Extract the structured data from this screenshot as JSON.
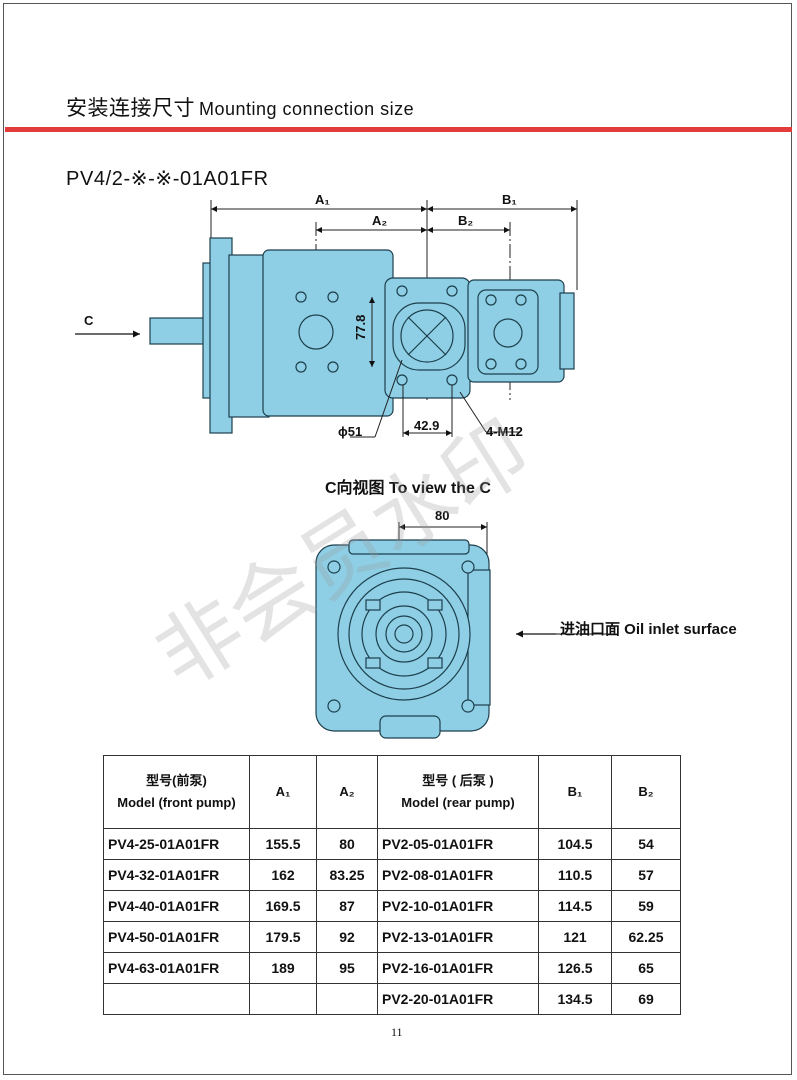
{
  "header": {
    "title_cn": "安装连接尺寸",
    "title_en": "Mounting connection size",
    "accent_color": "#e23b3b"
  },
  "model_code": "PV4/2-※-※-01A01FR",
  "drawing": {
    "dim_A1": "A₁",
    "dim_A2": "A₂",
    "dim_B1": "B₁",
    "dim_B2": "B₂",
    "dim_height": "77.8",
    "dim_phi": "ϕ51",
    "dim_spacing": "42.9",
    "dim_thread": "4-M12",
    "view_arrow": "C",
    "dim_width": "80",
    "pump_color": "#8ecfe6"
  },
  "view_caption": "C向视图 To view the C",
  "inlet_label": "进油口面 Oil inlet surface",
  "watermark": "非会员水印",
  "table": {
    "headers": {
      "front_cn": "型号(前泵)",
      "front_en": "Model (front pump)",
      "a1": "A₁",
      "a2": "A₂",
      "rear_cn": "型号 ( 后泵 )",
      "rear_en": "Model (rear pump)",
      "b1": "B₁",
      "b2": "B₂"
    },
    "rows": [
      {
        "front": "PV4-25-01A01FR",
        "a1": "155.5",
        "a2": "80",
        "rear": "PV2-05-01A01FR",
        "b1": "104.5",
        "b2": "54"
      },
      {
        "front": "PV4-32-01A01FR",
        "a1": "162",
        "a2": "83.25",
        "rear": "PV2-08-01A01FR",
        "b1": "110.5",
        "b2": "57"
      },
      {
        "front": "PV4-40-01A01FR",
        "a1": "169.5",
        "a2": "87",
        "rear": "PV2-10-01A01FR",
        "b1": "114.5",
        "b2": "59"
      },
      {
        "front": "PV4-50-01A01FR",
        "a1": "179.5",
        "a2": "92",
        "rear": "PV2-13-01A01FR",
        "b1": "121",
        "b2": "62.25"
      },
      {
        "front": "PV4-63-01A01FR",
        "a1": "189",
        "a2": "95",
        "rear": "PV2-16-01A01FR",
        "b1": "126.5",
        "b2": "65"
      },
      {
        "front": "",
        "a1": "",
        "a2": "",
        "rear": "PV2-20-01A01FR",
        "b1": "134.5",
        "b2": "69"
      }
    ]
  },
  "page_number": "11"
}
